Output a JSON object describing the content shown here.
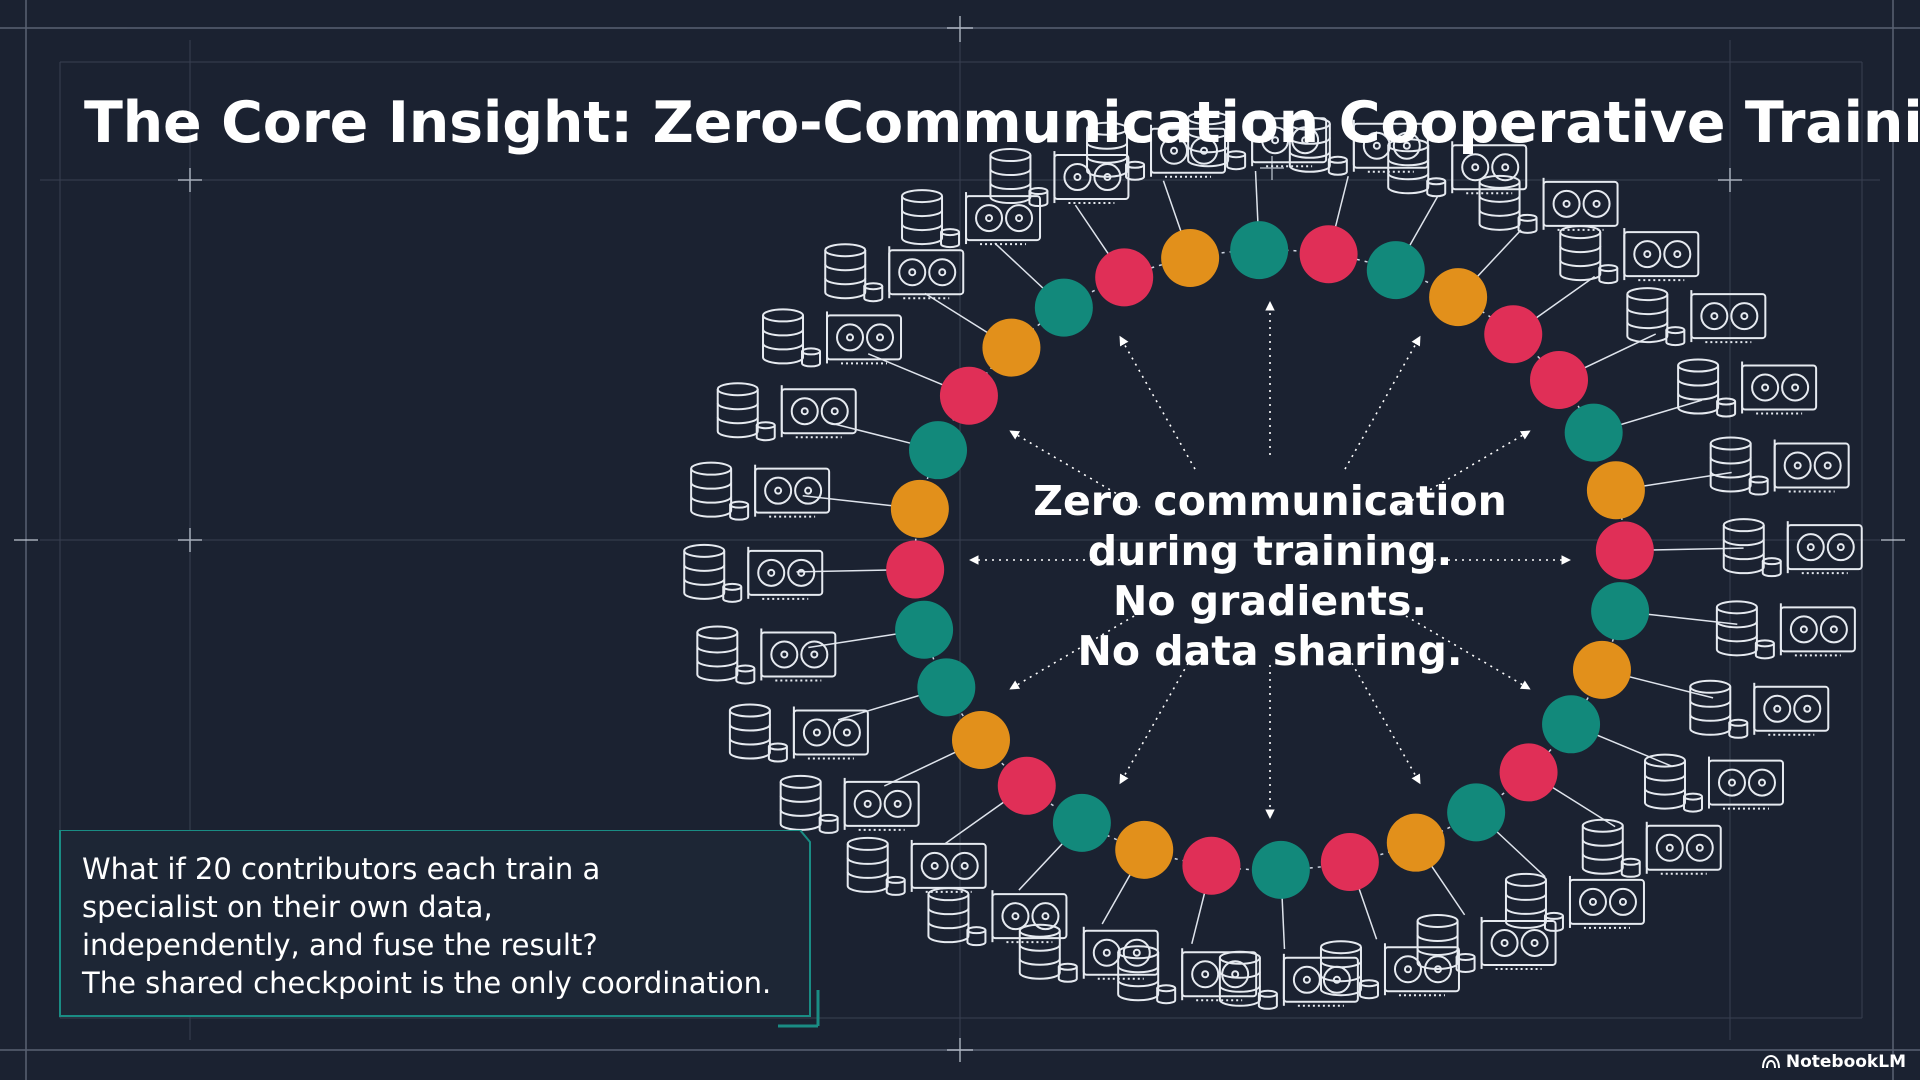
{
  "slide": {
    "title": "The Core Insight: Zero-Communication Cooperative Training",
    "center_text": [
      "Zero communication",
      "during training.",
      "No gradients.",
      "No data sharing."
    ],
    "callout_lines": [
      "What if 20 contributors each train a",
      "specialist on their own data,",
      "independently, and fuse the result?",
      "The shared checkpoint is the only coordination."
    ]
  },
  "diagram": {
    "node_count": 32,
    "node_color_sequence": [
      "orange",
      "teal",
      "red",
      "teal",
      "orange",
      "red",
      "red",
      "teal",
      "orange",
      "red",
      "teal",
      "orange",
      "teal",
      "red",
      "teal",
      "orange",
      "red",
      "teal",
      "red",
      "orange",
      "teal",
      "red",
      "orange",
      "teal",
      "teal",
      "red",
      "orange",
      "teal",
      "red",
      "orange",
      "teal",
      "red"
    ],
    "node_colors": {
      "teal": "#12897b",
      "red": "#e02f57",
      "orange": "#e2901b"
    },
    "node_icon": "database-and-gpu-icon",
    "arrow_count": 12
  },
  "brand": {
    "name": "NotebookLM",
    "icon": "notebooklm-logo-icon"
  }
}
